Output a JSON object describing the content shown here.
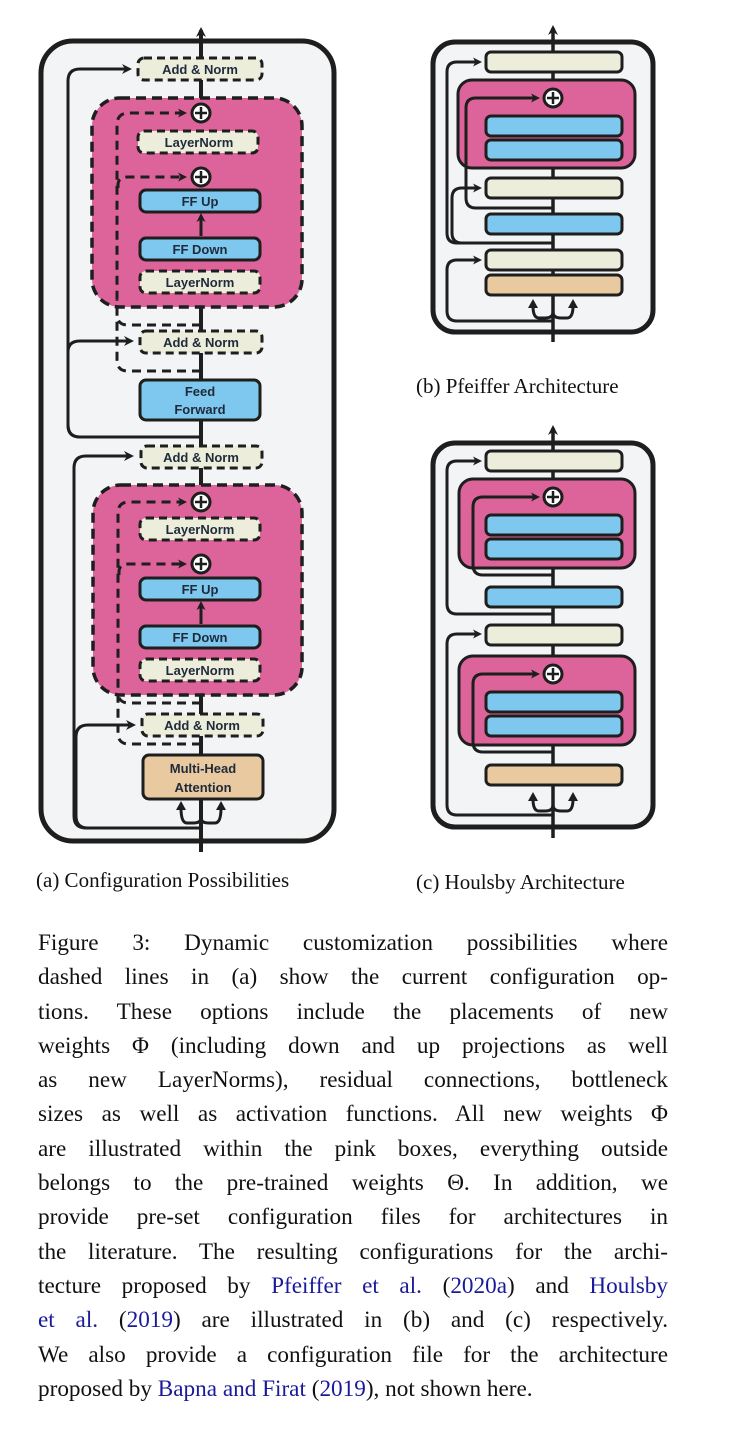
{
  "figure": {
    "colors": {
      "adapter_pink": "#dd649a",
      "norm_cream": "#eceddb",
      "ff_blue": "#7ec8ef",
      "attention_tan": "#e8c9a0",
      "panel_bg": "#f3f4f6",
      "stroke": "#1e1e1e",
      "citation_blue": "#1a1a9a"
    },
    "panel_a": {
      "subcaption": "(a) Configuration Possibilities",
      "blocks": {
        "add_norm_top": "Add & Norm",
        "layernorm_1_top": "LayerNorm",
        "ff_up_1": "FF Up",
        "ff_down_1": "FF Down",
        "layernorm_1_bottom": "LayerNorm",
        "add_norm_mid": "Add & Norm",
        "feed_forward_line1": "Feed",
        "feed_forward_line2": "Forward",
        "add_norm_lower": "Add & Norm",
        "layernorm_2_top": "LayerNorm",
        "ff_up_2": "FF Up",
        "ff_down_2": "FF Down",
        "layernorm_2_bottom": "LayerNorm",
        "add_norm_bottom": "Add & Norm",
        "attention_line1": "Multi-Head",
        "attention_line2": "Attention"
      }
    },
    "panel_b": {
      "subcaption": "(b) Pfeiffer Architecture"
    },
    "panel_c": {
      "subcaption": "(c) Houlsby Architecture"
    },
    "plus_symbol": "+"
  },
  "caption": {
    "lines": [
      [
        {
          "t": "Figure 3:  Dynamic customization possibilities where"
        }
      ],
      [
        {
          "t": "dashed lines in (a) show the current configuration op-"
        }
      ],
      [
        {
          "t": "tions.  These options include the placements of new"
        }
      ],
      [
        {
          "t": "weights Φ (including down and up projections as well"
        }
      ],
      [
        {
          "t": "as new LayerNorms), residual connections, bottleneck"
        }
      ],
      [
        {
          "t": "sizes as well as activation functions. All new weights Φ"
        }
      ],
      [
        {
          "t": "are illustrated within the pink boxes, everything outside"
        }
      ],
      [
        {
          "t": "belongs to the pre-trained weights Θ.  In addition, we"
        }
      ],
      [
        {
          "t": "provide pre-set configuration files for architectures in"
        }
      ],
      [
        {
          "t": "the literature. The resulting configurations for the archi-"
        }
      ],
      [
        {
          "t": "tecture proposed by "
        },
        {
          "t": "Pfeiffer et al.",
          "c": 1
        },
        {
          "t": " ("
        },
        {
          "t": "2020a",
          "c": 1
        },
        {
          "t": ") and "
        },
        {
          "t": "Houlsby",
          "c": 1
        }
      ],
      [
        {
          "t": "et al.",
          "c": 1
        },
        {
          "t": " ("
        },
        {
          "t": "2019",
          "c": 1
        },
        {
          "t": ") are illustrated in (b) and (c) respectively."
        }
      ],
      [
        {
          "t": "We also provide a configuration file for the architecture"
        }
      ],
      [
        {
          "t": "proposed by "
        },
        {
          "t": "Bapna and Firat",
          "c": 1
        },
        {
          "t": " ("
        },
        {
          "t": "2019",
          "c": 1
        },
        {
          "t": "), not shown here."
        }
      ]
    ]
  }
}
